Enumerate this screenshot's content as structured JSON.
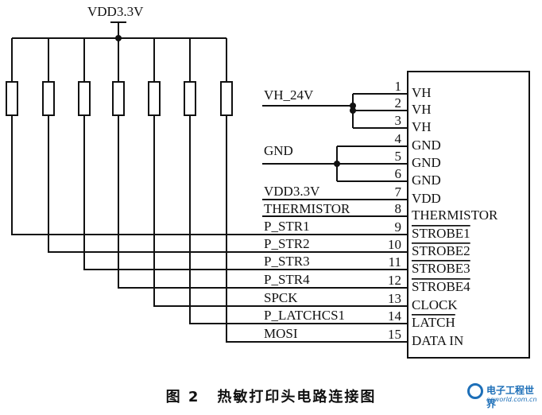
{
  "supply_label": "VDD3.3V",
  "left_nets": [
    {
      "label": "VH_24V",
      "overline": false
    },
    {
      "label": "GND",
      "overline": false
    },
    {
      "label": "VDD3.3V",
      "overline": false
    },
    {
      "label": "THERMISTOR",
      "overline": false
    },
    {
      "label": "P_STR1",
      "overline": false
    },
    {
      "label": "P_STR2",
      "overline": false
    },
    {
      "label": "P_STR3",
      "overline": false
    },
    {
      "label": "P_STR4",
      "overline": false
    },
    {
      "label": "SPCK",
      "overline": false
    },
    {
      "label": "P_LATCHCS1",
      "overline": false
    },
    {
      "label": "MOSI",
      "overline": false
    }
  ],
  "connector_pins": [
    {
      "num": "1",
      "name": "VH",
      "overline": false
    },
    {
      "num": "2",
      "name": "VH",
      "overline": false
    },
    {
      "num": "3",
      "name": "VH",
      "overline": false
    },
    {
      "num": "4",
      "name": "GND",
      "overline": false
    },
    {
      "num": "5",
      "name": "GND",
      "overline": false
    },
    {
      "num": "6",
      "name": "GND",
      "overline": false
    },
    {
      "num": "7",
      "name": "VDD",
      "overline": false
    },
    {
      "num": "8",
      "name": "THERMISTOR",
      "overline": false
    },
    {
      "num": "9",
      "name": "STROBE1",
      "overline": true
    },
    {
      "num": "10",
      "name": "STROBE2",
      "overline": true
    },
    {
      "num": "11",
      "name": "STROBE3",
      "overline": true
    },
    {
      "num": "12",
      "name": "STROBE4",
      "overline": true
    },
    {
      "num": "13",
      "name": "CLOCK",
      "overline": false
    },
    {
      "num": "14",
      "name": "LATCH",
      "overline": true
    },
    {
      "num": "15",
      "name": "DATA IN",
      "overline": false
    }
  ],
  "caption": {
    "figure_number": "图 2",
    "title": "热敏打印头电路连接图"
  },
  "watermark": {
    "site_name": "电子工程世界",
    "url": "eeworld.com.cn"
  }
}
